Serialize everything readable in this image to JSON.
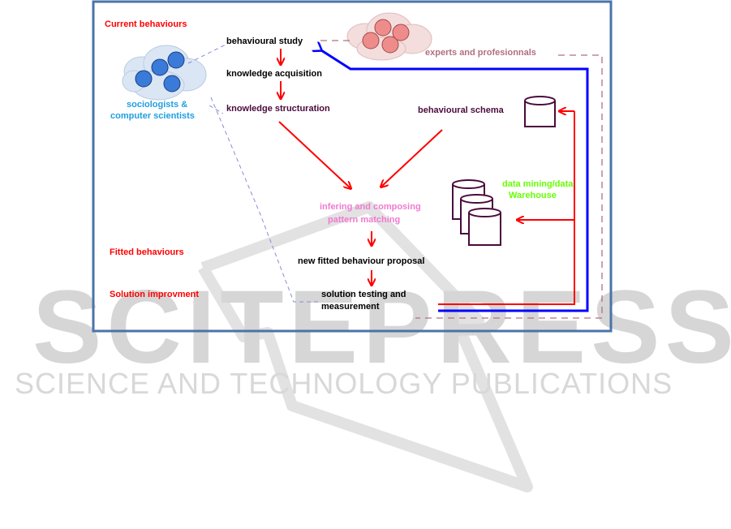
{
  "labels": {
    "current_behaviours": "Current behaviours",
    "fitted_behaviours": "Fitted behaviours",
    "solution_improvement": "Solution improvment",
    "behavioural_study": "behavioural study",
    "knowledge_acquisition": "knowledge acquisition",
    "knowledge_structuration": "knowledge structuration",
    "sociologists_line1": "sociologists &",
    "sociologists_line2": "computer scientists",
    "experts": "experts and profesionnals",
    "behavioural_schema": "behavioural schema",
    "data_mining_line1": "data mining/data",
    "data_mining_line2": "Warehouse",
    "infering_line1": "infering and composing",
    "infering_line2": "pattern matching",
    "new_fitted": "new fitted behaviour proposal",
    "testing_line1": "solution testing and",
    "testing_line2": "measurement"
  },
  "watermark": {
    "big": "SCITEPRESS",
    "small": "SCIENCE AND TECHNOLOGY PUBLICATIONS"
  },
  "colors": {
    "frame": "#4a74a8",
    "red": "#ff0000",
    "blue": "#0000ff",
    "purple": "#4b0a3c",
    "mauve": "#b07080",
    "pink": "#f07ad0",
    "lime": "#66ff00",
    "sociologist_blue": "#1f9ee0"
  }
}
